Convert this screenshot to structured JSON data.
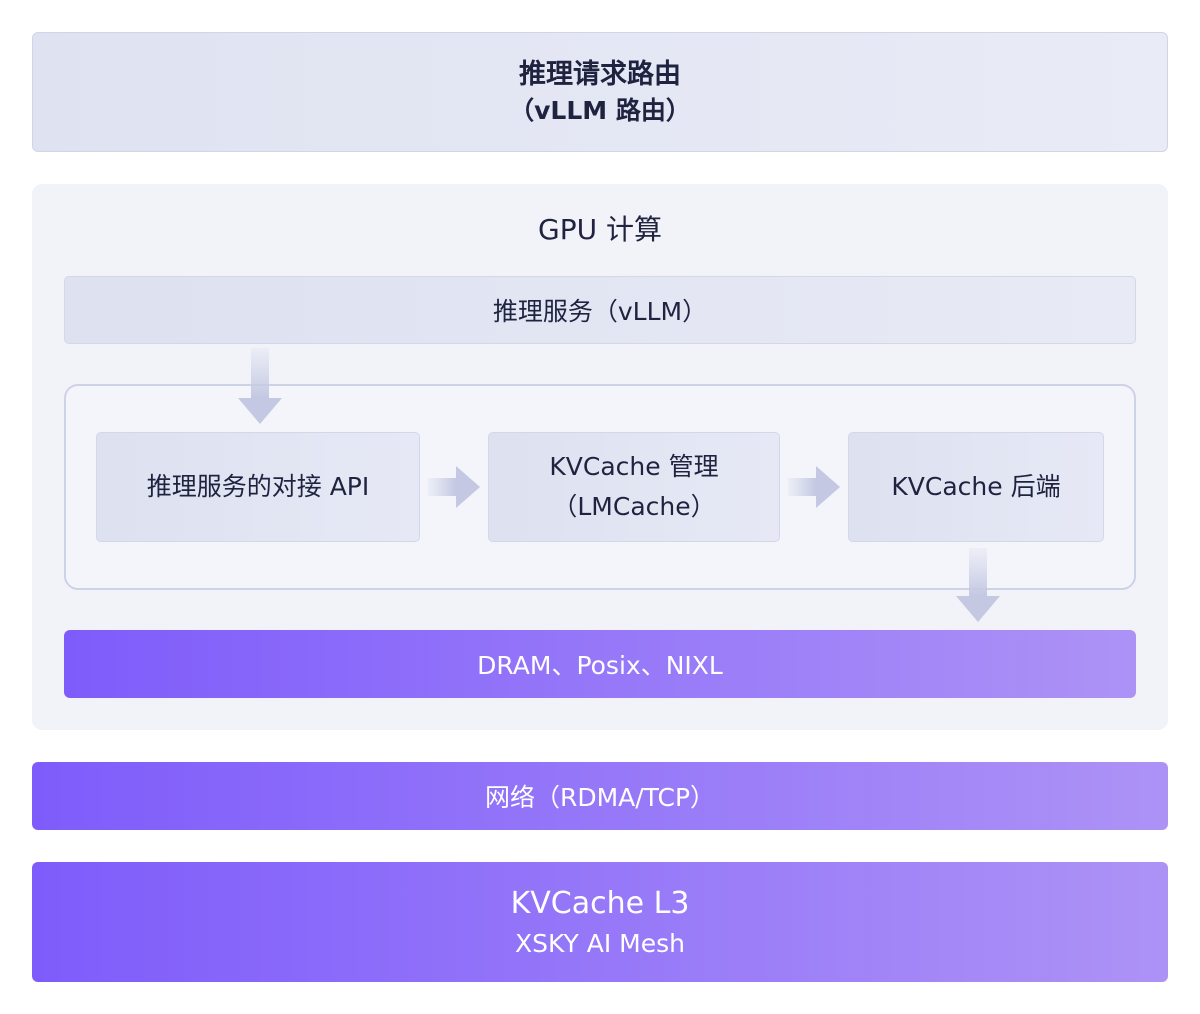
{
  "routing": {
    "title": "推理请求路由",
    "subtitle": "（vLLM 路由）"
  },
  "gpu": {
    "title": "GPU 计算"
  },
  "service": {
    "label": "推理服务（vLLM）"
  },
  "modules": {
    "api": "推理服务的对接 API",
    "kvcache_mgmt_line1": "KVCache 管理",
    "kvcache_mgmt_line2": "（LMCache）",
    "backend": "KVCache 后端"
  },
  "storage": {
    "label": "DRAM、Posix、NIXL"
  },
  "network": {
    "label": "网络（RDMA/TCP）"
  },
  "l3": {
    "title": "KVCache L3",
    "subtitle": "XSKY AI Mesh"
  },
  "colors": {
    "purple_start": "#7e5cfb",
    "purple_end": "#ad92f6",
    "light_box": "#dfe3f1",
    "panel_bg": "#f1f3f9",
    "arrow": "#c9cde6"
  }
}
